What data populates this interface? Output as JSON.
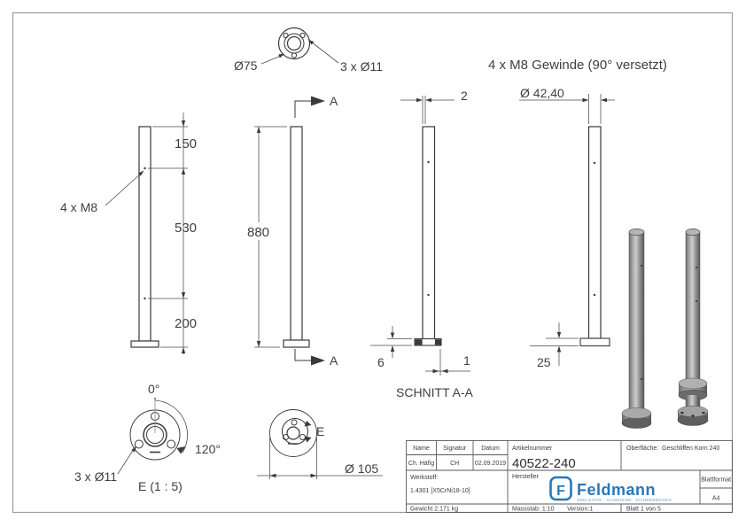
{
  "sheet": {
    "note_top_right": "4 x M8 Gewinde (90° versetzt)"
  },
  "views": {
    "flange_top": {
      "dia_label": "Ø75",
      "holes_label": "3 x Ø11"
    },
    "front": {
      "dim_150": "150",
      "dim_530": "530",
      "dim_200": "200",
      "thread_label": "4 x M8"
    },
    "side": {
      "dim_880": "880",
      "cut_letter_top": "A",
      "cut_letter_bottom": "A"
    },
    "section": {
      "dim_wall": "2",
      "dim_plate": "6",
      "dim_edge": "1",
      "caption": "SCHNITT A-A"
    },
    "tube": {
      "dim_dia": "Ø 42,40",
      "dim_cap": "25"
    },
    "detail_e": {
      "angle_0": "0°",
      "angle_120": "120°",
      "holes_label": "3 x Ø11",
      "caption": "E (1 : 5)"
    },
    "flange_bottom": {
      "detail_letter": "E",
      "dim_dia": "Ø 105"
    }
  },
  "title_block": {
    "labels": {
      "name": "Name",
      "signatur": "Signatur",
      "datum": "Datum",
      "artikelnummer": "Artikelnummer",
      "oberflaeche": "Oberfläche:",
      "werkstoff": "Werkstoff:",
      "hersteller": "Hersteller",
      "blattformat": "Blattformat"
    },
    "values": {
      "name": "Ch. Häfig",
      "signatur": "CH",
      "datum": "02.09.2019",
      "artikelnummer": "40522-240",
      "oberflaeche": "Geschliffen Korn 240",
      "werkstoff": "1.4301 [X5CrNi18-10]",
      "blattformat": "A4",
      "gewicht": "Gewicht 2.171 kg",
      "massstab": "Massstab: 1:10",
      "version": "Version:1",
      "blatt": "Blatt 1 von 5"
    },
    "logo": {
      "mark": "F",
      "text": "Feldmann",
      "tagline": "EDELSTAHL · ALUMINIUM · SCHMIEDEEISEN"
    }
  },
  "colors": {
    "line": "#3a3a3a",
    "dim_line": "#4a4a4a",
    "frame": "#9b9b9b",
    "logo_blue": "#2878b8",
    "metal_gray": "#8c8c8c"
  }
}
